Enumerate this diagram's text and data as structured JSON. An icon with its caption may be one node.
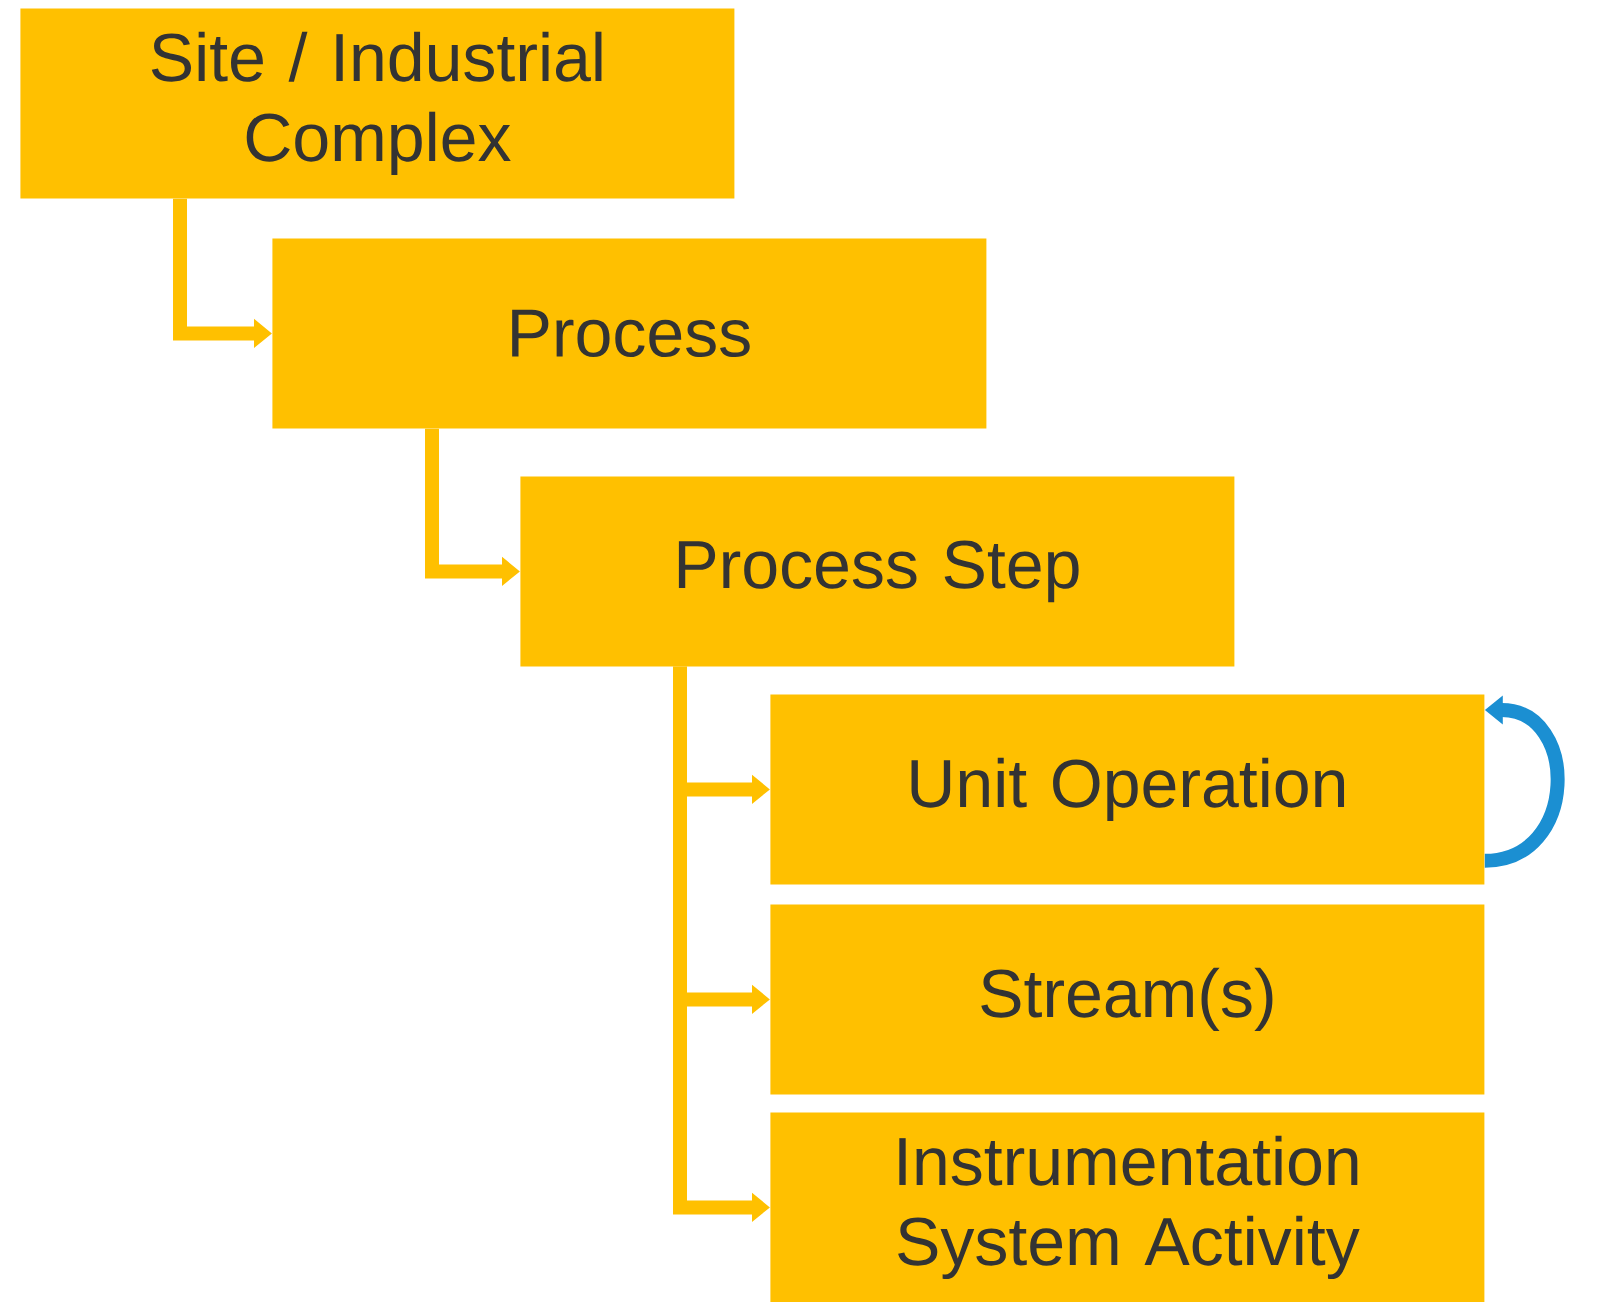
{
  "diagram": {
    "nodes": [
      {
        "text": [
          "Site / Industrial Complex"
        ]
      },
      {
        "text": [
          "Process"
        ]
      },
      {
        "text": [
          "Process Step"
        ]
      },
      {
        "text": [
          "Unit Operation"
        ]
      },
      {
        "text": [
          "Stream(s)"
        ]
      },
      {
        "text": [
          "Instrumentation System Activity"
        ]
      }
    ],
    "edges": [
      {
        "from": 0,
        "to": 1,
        "arrow": "to"
      },
      {
        "from": 1,
        "to": 2,
        "arrow": "to"
      },
      {
        "from": 2,
        "to": 3,
        "arrow": "to"
      },
      {
        "from": 2,
        "to": 4,
        "arrow": "to"
      },
      {
        "from": 2,
        "to": 5,
        "arrow": "to"
      },
      {
        "from": 3,
        "to": 3,
        "arrow": "to",
        "color": "#1b8fd2"
      }
    ]
  }
}
